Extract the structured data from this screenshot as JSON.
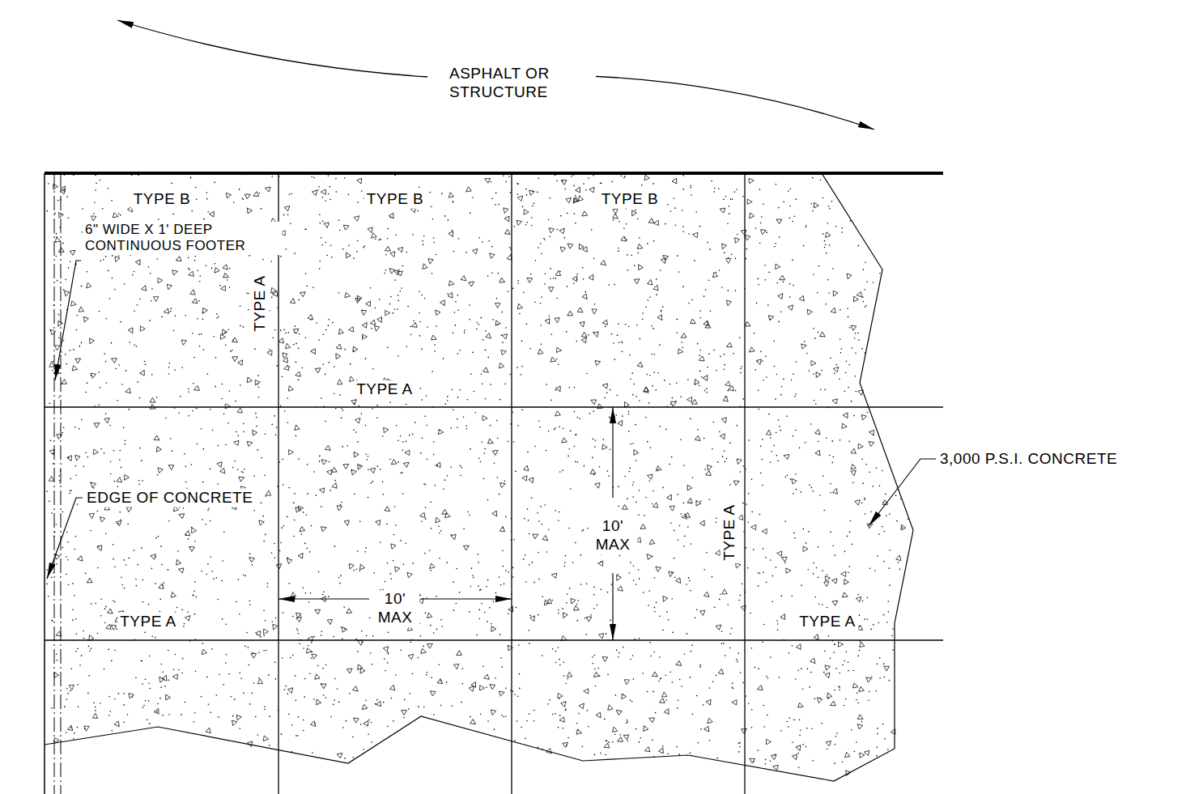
{
  "diagram": {
    "labels": [
      "ASPHALT OR STRUCTURE",
      "TYPE B",
      "TYPE B",
      "TYPE B",
      "6\" WIDE X 1' DEEP CONTINUOUS FOOTER",
      "TYPE A",
      "TYPE A",
      "EDGE OF CONCRETE",
      "3,000 P.S.I. CONCRETE",
      "10' MAX",
      "10' MAX",
      "TYPE A",
      "TYPE A",
      "TYPE A"
    ]
  }
}
